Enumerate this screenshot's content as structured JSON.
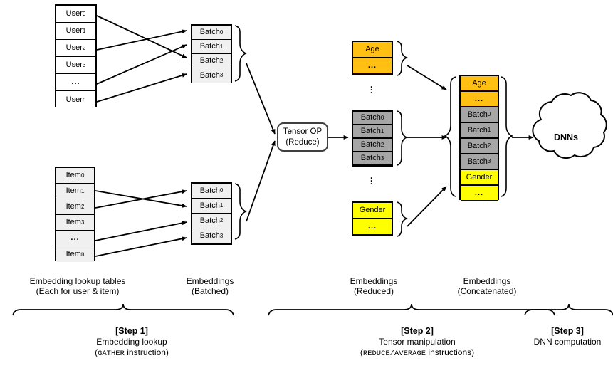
{
  "diagram": {
    "title": "Embedding lookup and DNN computation pipeline",
    "colors": {
      "orange": "#ffbf13",
      "yellow": "#ffff00",
      "gray": "#a6a6a6",
      "light": "#f0f0f0",
      "white": "#ffffff",
      "stroke": "#000000"
    },
    "user_table": {
      "name": "Embedding lookup table (user)",
      "rows": [
        "User0",
        "User1",
        "User2",
        "User3",
        "...",
        "Usern"
      ],
      "bases": [
        "User",
        "User",
        "User",
        "User",
        "...",
        "User"
      ],
      "subs": [
        "0",
        "1",
        "2",
        "3",
        "",
        "n"
      ]
    },
    "item_table": {
      "name": "Embedding lookup table (item)",
      "rows": [
        "Item0",
        "Item1",
        "Item2",
        "Item3",
        "...",
        "Itemn"
      ],
      "bases": [
        "Item",
        "Item",
        "Item",
        "Item",
        "...",
        "Item"
      ],
      "subs": [
        "0",
        "1",
        "2",
        "3",
        "",
        "n"
      ]
    },
    "batch_user": {
      "name": "Batched embeddings (user)",
      "bases": [
        "Batch",
        "Batch",
        "Batch",
        "Batch"
      ],
      "subs": [
        "0",
        "1",
        "2",
        "3"
      ]
    },
    "batch_item": {
      "name": "Batched embeddings (item)",
      "bases": [
        "Batch",
        "Batch",
        "Batch",
        "Batch"
      ],
      "subs": [
        "0",
        "1",
        "2",
        "3"
      ]
    },
    "tensor_op": {
      "line1": "Tensor OP",
      "line2": "(Reduce)"
    },
    "reduced_age": {
      "name": "Reduced embedding - Age",
      "rows": [
        "Age",
        "..."
      ]
    },
    "reduced_batch": {
      "name": "Reduced embeddings - Batch",
      "bases": [
        "Batch",
        "Batch",
        "Batch",
        "Batch"
      ],
      "subs": [
        "0",
        "1",
        "2",
        "3"
      ]
    },
    "reduced_gender": {
      "name": "Reduced embedding - Gender",
      "rows": [
        "Gender",
        "..."
      ]
    },
    "concatenated": {
      "name": "Concatenated embeddings",
      "rows": [
        {
          "base": "Age",
          "sub": "",
          "fill": "orange"
        },
        {
          "base": "...",
          "sub": "",
          "fill": "orange"
        },
        {
          "base": "Batch",
          "sub": "0",
          "fill": "gray"
        },
        {
          "base": "Batch",
          "sub": "1",
          "fill": "gray"
        },
        {
          "base": "Batch",
          "sub": "2",
          "fill": "gray"
        },
        {
          "base": "Batch",
          "sub": "3",
          "fill": "gray"
        },
        {
          "base": "Gender",
          "sub": "",
          "fill": "yellow"
        },
        {
          "base": "...",
          "sub": "",
          "fill": "yellow"
        }
      ]
    },
    "dnn": {
      "label": "DNNs"
    },
    "captions": [
      {
        "line1": "Embedding lookup tables",
        "line2": "(Each for user & item)"
      },
      {
        "line1": "Embeddings",
        "line2": "(Batched)"
      },
      {
        "line1": "Embeddings",
        "line2": "(Reduced)"
      },
      {
        "line1": "Embeddings",
        "line2": "(Concatenated)"
      }
    ],
    "steps": [
      {
        "title": "[Step 1]",
        "sub1": "Embedding lookup",
        "mono": "GATHER",
        "sub2_pre": "(",
        "sub2_post": " instruction)"
      },
      {
        "title": "[Step 2]",
        "sub1": "Tensor manipulation",
        "mono": "REDUCE/AVERAGE",
        "sub2_pre": "(",
        "sub2_post": " instructions)"
      },
      {
        "title": "[Step 3]",
        "sub1": "DNN computation",
        "mono": "",
        "sub2_pre": "",
        "sub2_post": ""
      }
    ]
  }
}
